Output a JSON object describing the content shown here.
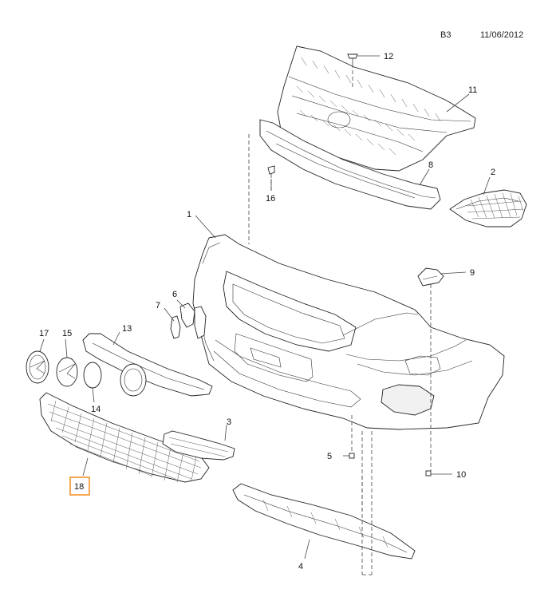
{
  "header": {
    "code": "B3",
    "date": "11/06/2012"
  },
  "callouts": {
    "c1": "1",
    "c2": "2",
    "c3": "3",
    "c4": "4",
    "c5": "5",
    "c6": "6",
    "c7": "7",
    "c8": "8",
    "c9": "9",
    "c10": "10",
    "c11": "11",
    "c12": "12",
    "c13": "13",
    "c14": "14",
    "c15": "15",
    "c16": "16",
    "c17": "17",
    "c18": "18"
  },
  "highlighted_callout": "18",
  "highlight_color": "#f08c1e"
}
